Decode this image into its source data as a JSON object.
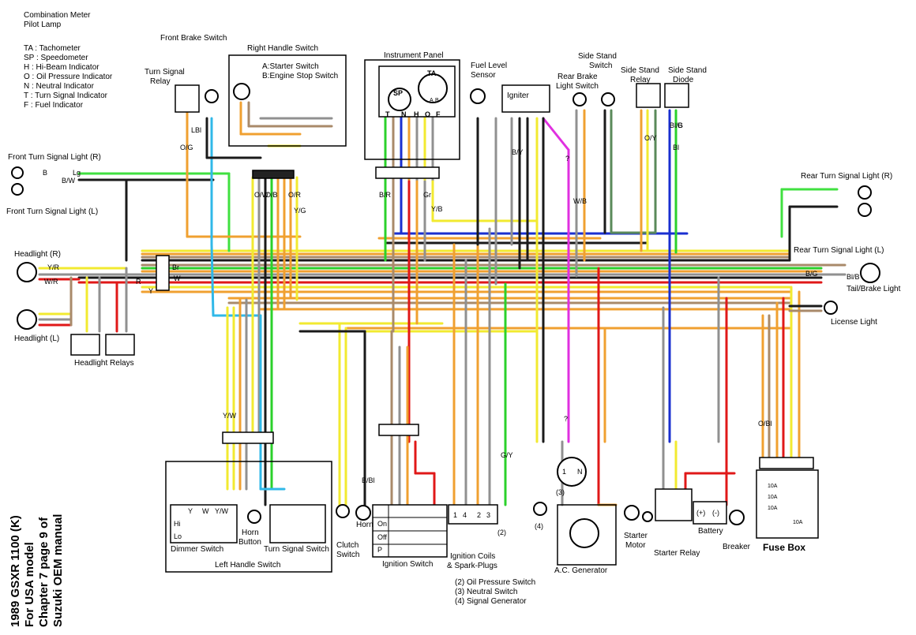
{
  "legend": {
    "header": [
      "Combination Meter",
      "Pilot Lamp"
    ],
    "items": [
      "TA : Tachometer",
      "SP : Speedometer",
      "H : Hi-Beam Indicator",
      "O : Oil Pressure Indicator",
      "N : Neutral Indicator",
      "T : Turn Signal Indicator",
      "F : Fuel Indicator"
    ]
  },
  "side_caption": [
    "1989 GSXR 1100 (K)",
    "For USA model",
    "Chapter 7 page 9 of",
    "Suzuki OEM manual"
  ],
  "components": {
    "front_brake_switch": "Front Brake Switch",
    "right_handle_switch": "Right Handle Switch",
    "rhs_a": "A:Starter Switch",
    "rhs_b": "B:Engine Stop Switch",
    "turn_signal_relay": [
      "Turn Signal",
      "Relay"
    ],
    "instrument_panel": "Instrument Panel",
    "fuel_level_sensor": [
      "Fuel Level",
      "Sensor"
    ],
    "igniter": "Igniter",
    "rear_brake_light_switch": [
      "Rear Brake",
      "Light Switch"
    ],
    "side_stand_switch": [
      "Side Stand",
      "Switch"
    ],
    "side_stand_relay": [
      "Side Stand",
      "Relay"
    ],
    "side_stand_diode": [
      "Side Stand",
      "Diode"
    ],
    "front_turn_r": "Front Turn Signal Light (R)",
    "front_turn_l": "Front Turn Signal Light (L)",
    "headlight_r": "Headlight (R)",
    "headlight_l": "Headlight (L)",
    "headlight_relays": "Headlight Relays",
    "rear_turn_r": "Rear Turn Signal Light (R)",
    "rear_turn_l": "Rear Turn Signal Light (L)",
    "tail_brake": "Tail/Brake Light",
    "license_light": "License Light",
    "left_handle_switch": "Left Handle Switch",
    "dimmer_switch": "Dimmer Switch",
    "horn_button": [
      "Horn",
      "Button"
    ],
    "turn_signal_switch": "Turn Signal Switch",
    "clutch_switch": [
      "Clutch",
      "Switch"
    ],
    "horn": "Horn",
    "ignition_switch": "Ignition Switch",
    "ignition_coils": [
      "Ignition Coils",
      "& Spark-Plugs"
    ],
    "ac_generator": "A.C. Generator",
    "starter_motor": [
      "Starter",
      "Motor"
    ],
    "starter_relay": "Starter Relay",
    "battery": "Battery",
    "breaker": "Breaker",
    "fuse_box": "Fuse Box"
  },
  "meter_letters": [
    "T",
    "N",
    "H",
    "O",
    "F"
  ],
  "meter_gauges": [
    "TA",
    "SP"
  ],
  "dimmer_table": {
    "header": [
      "Y",
      "W",
      "Y/W"
    ],
    "rows": [
      "Hi",
      "Lo"
    ]
  },
  "ignition_table": {
    "rows": [
      "On",
      "Off",
      "P"
    ]
  },
  "coil_numbers": [
    "1",
    "4",
    "2",
    "3"
  ],
  "notes": [
    "(2) Oil Pressure Switch",
    "(3) Neutral Switch",
    "(4) Signal Generator"
  ],
  "callouts": [
    "(2)",
    "(3)",
    "(4)"
  ],
  "battery_terminals": [
    "(+)",
    "(-)"
  ],
  "fuse_ratings": [
    "10A",
    "10A",
    "10A",
    "10A"
  ],
  "neutral_switch_marks": [
    "1",
    "N"
  ],
  "sensor_marks": [
    "SP",
    "TA",
    "A",
    "B"
  ],
  "misc_marks": [
    "?",
    "?"
  ],
  "wire_labels": [
    "Lg",
    "B/W",
    "B",
    "Y/R",
    "W/R",
    "Br",
    "R",
    "W",
    "Y",
    "O/G",
    "LBl",
    "O/W",
    "O/B",
    "O/R",
    "Y/G",
    "B/R",
    "B/Bl",
    "G/Y",
    "Gr",
    "Y/B",
    "B/Y",
    "W/B",
    "O/Y",
    "Bl/B",
    "G",
    "Bl",
    "Y/W",
    "B/G",
    "Bl/B",
    "O/Bl"
  ],
  "colors": {
    "black": "#1a1a1a",
    "red": "#e01818",
    "yellow": "#f2ea30",
    "orange": "#f0a030",
    "green": "#2bd12b",
    "lightgreen": "#40e040",
    "grey": "#909090",
    "brown": "#a98a6a",
    "blue": "#1a2fd0",
    "lightblue": "#30b8e8",
    "magenta": "#e030e0",
    "white": "#ffffff"
  }
}
